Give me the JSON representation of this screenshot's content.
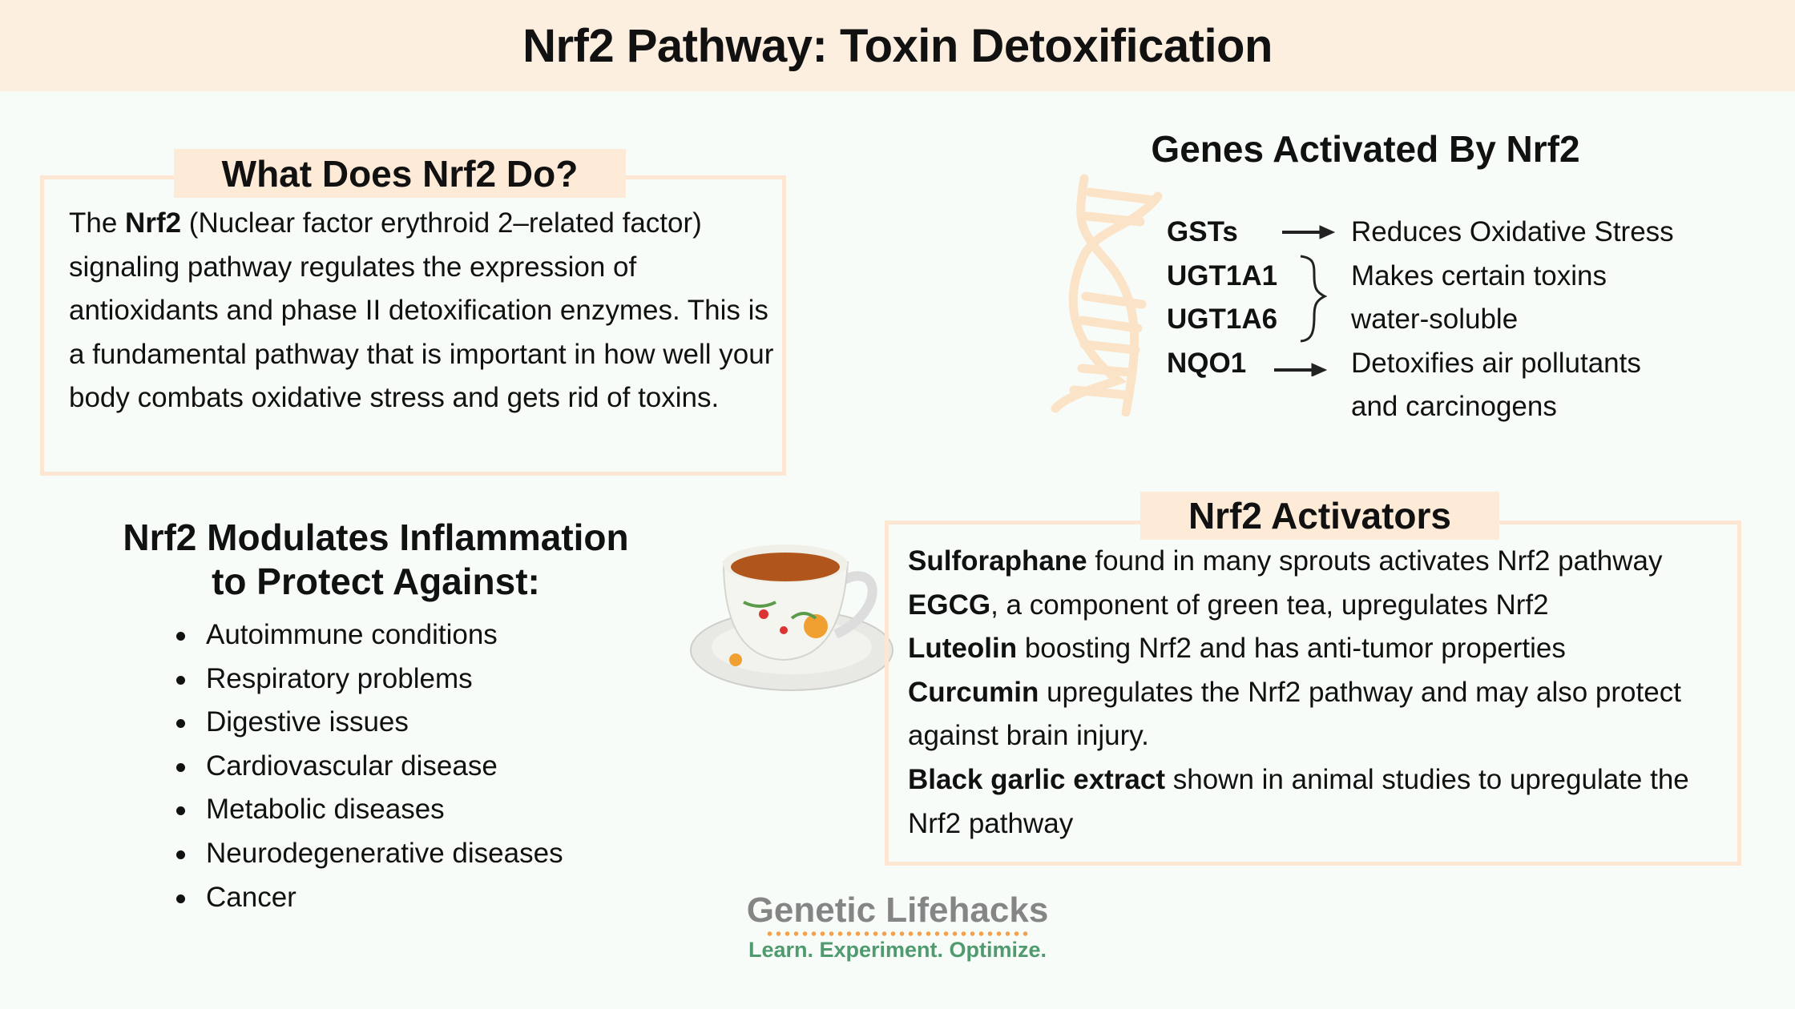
{
  "title": "Nrf2 Pathway: Toxin Detoxification",
  "what": {
    "heading": "What Does Nrf2 Do?",
    "pre": "The ",
    "bold": "Nrf2",
    "post": " (Nuclear factor erythroid 2–related factor) signaling pathway regulates the expression of antioxidants and phase II detoxification enzymes. This is a fundamental pathway that is important in how well your body combats oxidative stress and gets rid of toxins."
  },
  "genes": {
    "heading": "Genes Activated By Nrf2",
    "names": [
      "GSTs",
      "UGT1A1",
      "UGT1A6",
      "NQO1"
    ],
    "effects": [
      "Reduces Oxidative Stress",
      "Makes certain toxins",
      "water-soluble",
      "Detoxifies air pollutants",
      "and carcinogens"
    ]
  },
  "inflammation": {
    "heading_line1": "Nrf2 Modulates Inflammation",
    "heading_line2": "to Protect Against:",
    "items": [
      "Autoimmune conditions",
      "Respiratory problems",
      "Digestive issues",
      "Cardiovascular disease",
      "Metabolic diseases",
      "Neurodegenerative diseases",
      "Cancer"
    ]
  },
  "activators": {
    "heading": "Nrf2 Activators",
    "items": [
      {
        "bold": "Sulforaphane",
        "rest": " found in many sprouts activates Nrf2 pathway"
      },
      {
        "bold": "EGCG",
        "rest": ", a component of green tea, upregulates Nrf2"
      },
      {
        "bold": "Luteolin",
        "rest": " boosting Nrf2 and has anti-tumor properties"
      },
      {
        "bold": "Curcumin",
        "rest": " upregulates the Nrf2 pathway and may also protect against brain injury."
      },
      {
        "bold": "Black garlic extract",
        "rest": " shown in animal studies to upregulate the Nrf2 pathway"
      }
    ]
  },
  "logo": {
    "name": "Genetic Lifehacks",
    "tagline": "Learn. Experiment. Optimize."
  },
  "colors": {
    "header_bg": "#fdefdf",
    "accent_border": "#fde7d3",
    "logo_gray": "#858585",
    "logo_green": "#4f9a6e",
    "logo_orange": "#f5a04a"
  }
}
